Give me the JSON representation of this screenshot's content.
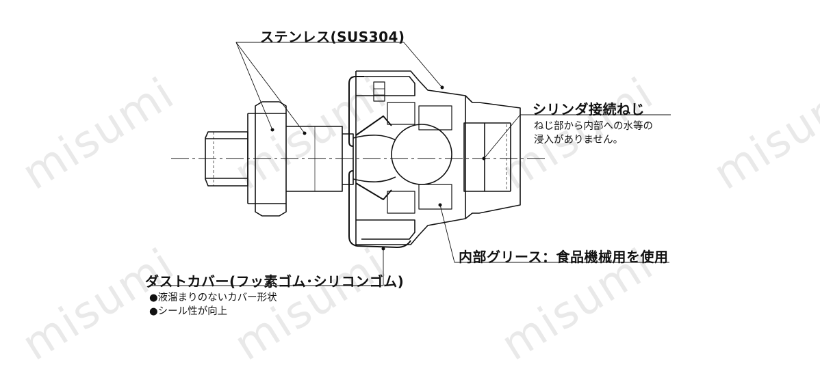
{
  "watermark": "misumi",
  "labels": {
    "material": "ステンレス(SUS304)",
    "thread_title": "シリンダ接続ねじ",
    "thread_note_1": "ねじ部から内部への水等の",
    "thread_note_2": "浸入がありません。",
    "grease": "内部グリース：食品機械用を使用",
    "dust_cover": "ダストカバー(フッ素ゴム･シリコンゴム)",
    "bullet_1": "●液溜まりのないカバー形状",
    "bullet_2": "●シール性が向上"
  }
}
